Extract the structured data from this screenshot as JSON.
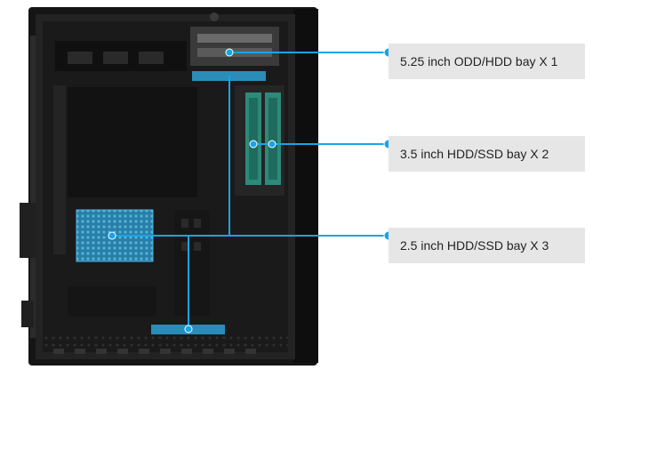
{
  "callouts": [
    {
      "label": "5.25 inch ODD/HDD bay X 1"
    },
    {
      "label": "3.5 inch HDD/SSD bay X 2"
    },
    {
      "label": "2.5 inch HDD/SSD bay X 3"
    }
  ],
  "colors": {
    "accent": "#1aa3e8",
    "highlight_fill": "#2a8db8",
    "case_body": "#1c1c1c",
    "label_box": "#e6e6e6"
  }
}
